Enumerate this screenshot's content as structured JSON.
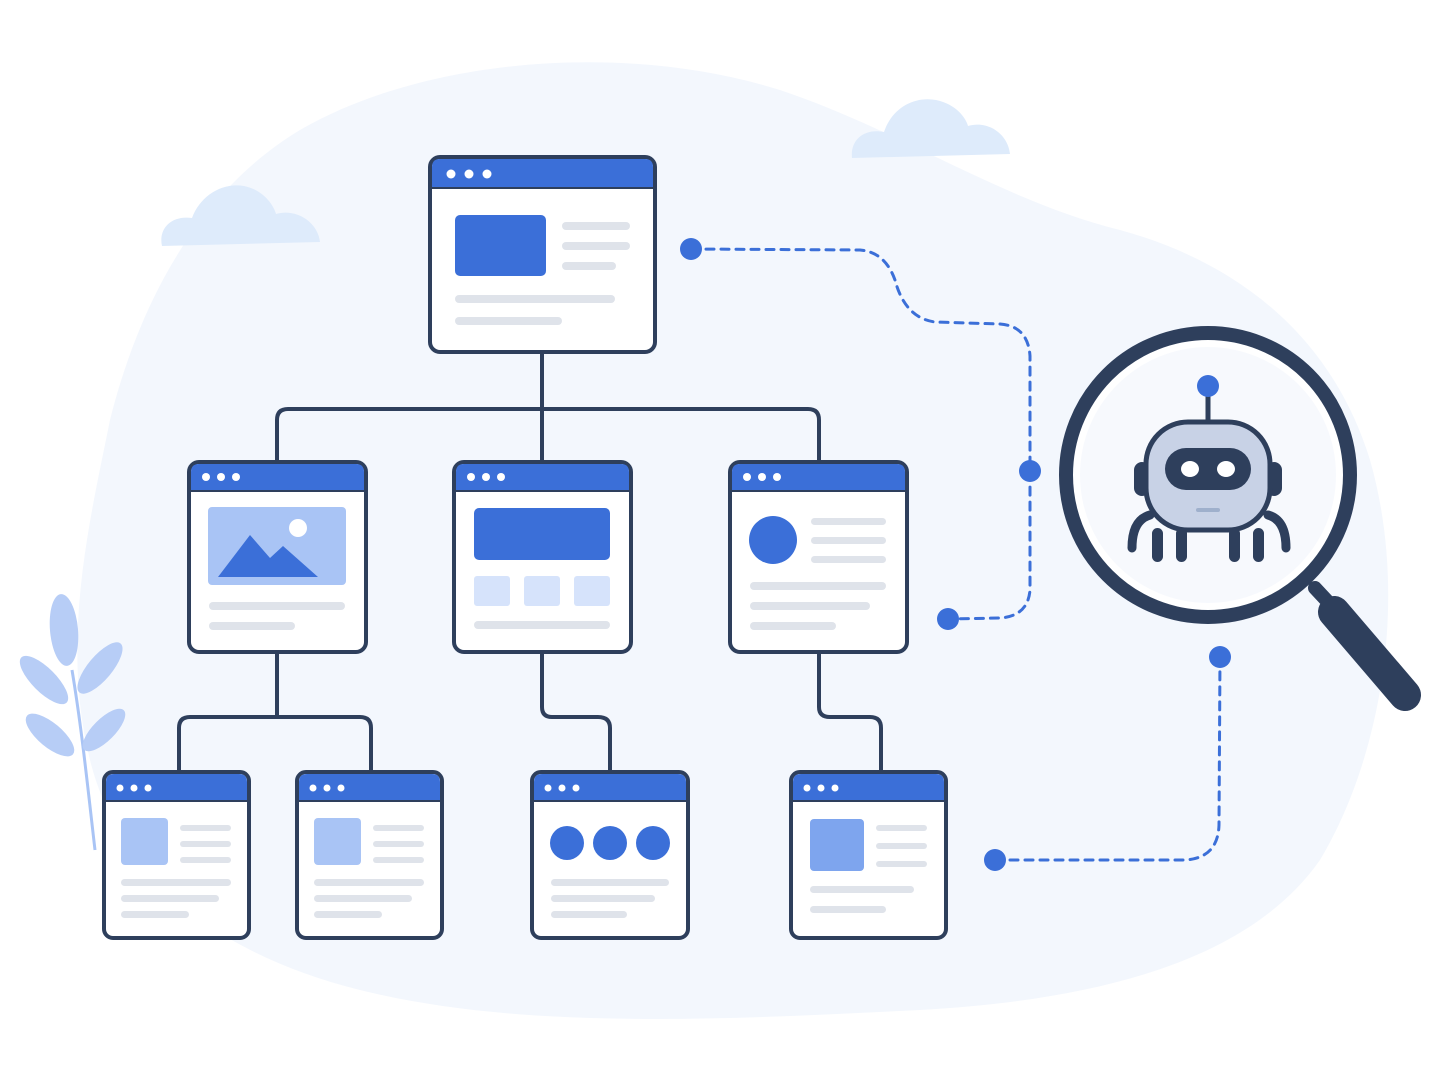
{
  "colors": {
    "navy": "#2e3f5c",
    "blue": "#3b6fd8",
    "blue_light": "#a9c4f5",
    "blue_pale": "#d6e3fb",
    "gray_line": "#dfe3ea",
    "blob": "#f3f7fd",
    "cloud": "#deebfb",
    "page_bg": "#ffffff"
  },
  "diagram": {
    "kind": "site-map-tree-with-crawler",
    "root": {
      "icon": "browser-window-icon",
      "content": "hero-block-with-text"
    },
    "level1": [
      {
        "icon": "browser-window-icon",
        "content": "image-placeholder"
      },
      {
        "icon": "browser-window-icon",
        "content": "banner-with-cards"
      },
      {
        "icon": "browser-window-icon",
        "content": "avatar-with-text"
      }
    ],
    "level2": [
      {
        "parent": 0,
        "icon": "browser-window-icon",
        "content": "thumbnail-with-text"
      },
      {
        "parent": 0,
        "icon": "browser-window-icon",
        "content": "thumbnail-with-text"
      },
      {
        "parent": 1,
        "icon": "browser-window-icon",
        "content": "three-circles"
      },
      {
        "parent": 2,
        "icon": "browser-window-icon",
        "content": "thumbnail-with-text"
      }
    ],
    "crawler": {
      "icon": "magnifier-robot-icon"
    },
    "decorations": [
      "cloud-icon",
      "cloud-icon",
      "leaf-plant-icon"
    ]
  }
}
